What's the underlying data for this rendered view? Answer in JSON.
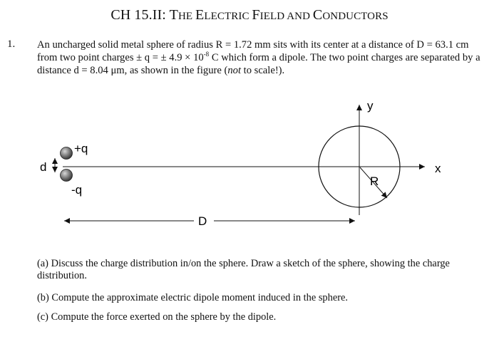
{
  "header": {
    "title_ch": "CH 15.II: ",
    "title_parts": [
      {
        "big": "T",
        "small": "HE "
      },
      {
        "big": "E",
        "small": "LECTRIC "
      },
      {
        "big": "F",
        "small": "IELD AND "
      },
      {
        "big": "C",
        "small": "ONDUCTORS"
      }
    ]
  },
  "problem": {
    "number": "1.",
    "text_before_exp": "An uncharged solid metal sphere of radius R = 1.72 mm sits with its center at a distance of D = 63.1 cm from two point charges ± q = ± 4.9 × 10",
    "exponent": "-8",
    "text_after_exp": " C which form a dipole.  The two point charges are separated by a distance d = 8.04 μm, as shown in the figure (",
    "italic_text": "not",
    "text_end": " to scale!)."
  },
  "figure": {
    "y_label": "y",
    "x_label": "x",
    "plus_label": "+q",
    "minus_label": "-q",
    "d_label": "d",
    "R_label": "R",
    "D_label": "D"
  },
  "questions": {
    "a": "(a) Discuss the charge distribution in/on the sphere.  Draw a sketch of the sphere, showing the charge distribution.",
    "b": "(b) Compute the approximate electric dipole moment induced in the sphere.",
    "c": "(c) Compute the force exerted on the sphere by the dipole."
  }
}
